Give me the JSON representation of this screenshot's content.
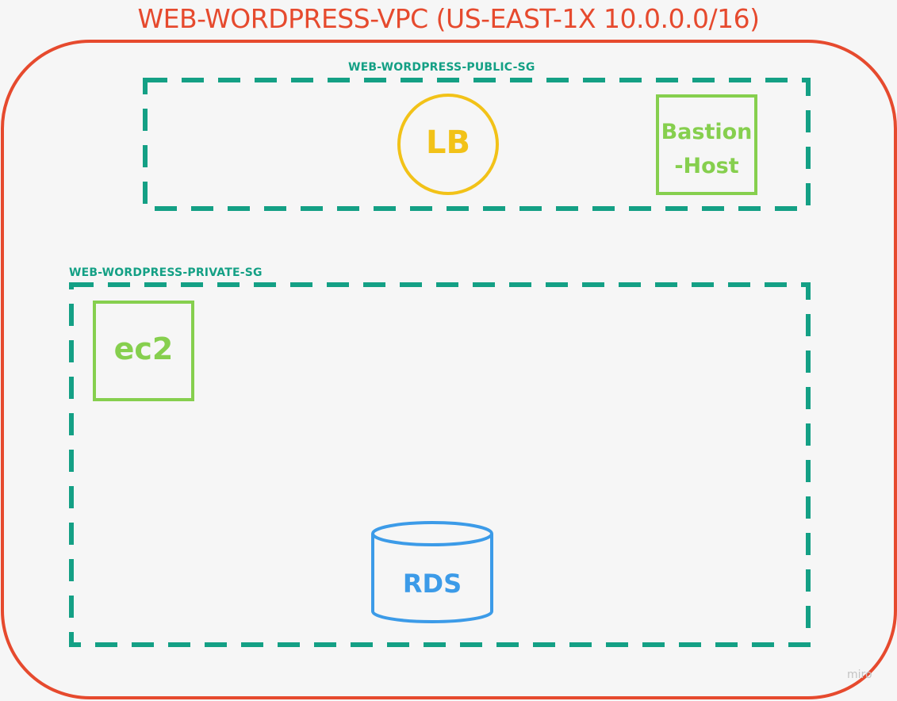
{
  "vpc": {
    "title": "WEB-WORDPRESS-VPC (US-EAST-1X 10.0.0.0/16)",
    "color": "#e64a2e"
  },
  "public_sg": {
    "label": "WEB-WORDPRESS-PUBLIC-SG",
    "color": "#14a085"
  },
  "private_sg": {
    "label": "WEB-WORDPRESS-PRIVATE-SG",
    "color": "#14a085"
  },
  "nodes": {
    "lb": {
      "label": "LB",
      "color": "#f2c218"
    },
    "bastion": {
      "line1": "Bastion",
      "line2": "-Host",
      "color": "#86cf4e"
    },
    "ec2": {
      "label": "ec2",
      "color": "#86cf4e"
    },
    "rds": {
      "label": "RDS",
      "color": "#3c9be8"
    }
  },
  "watermark": "miro"
}
